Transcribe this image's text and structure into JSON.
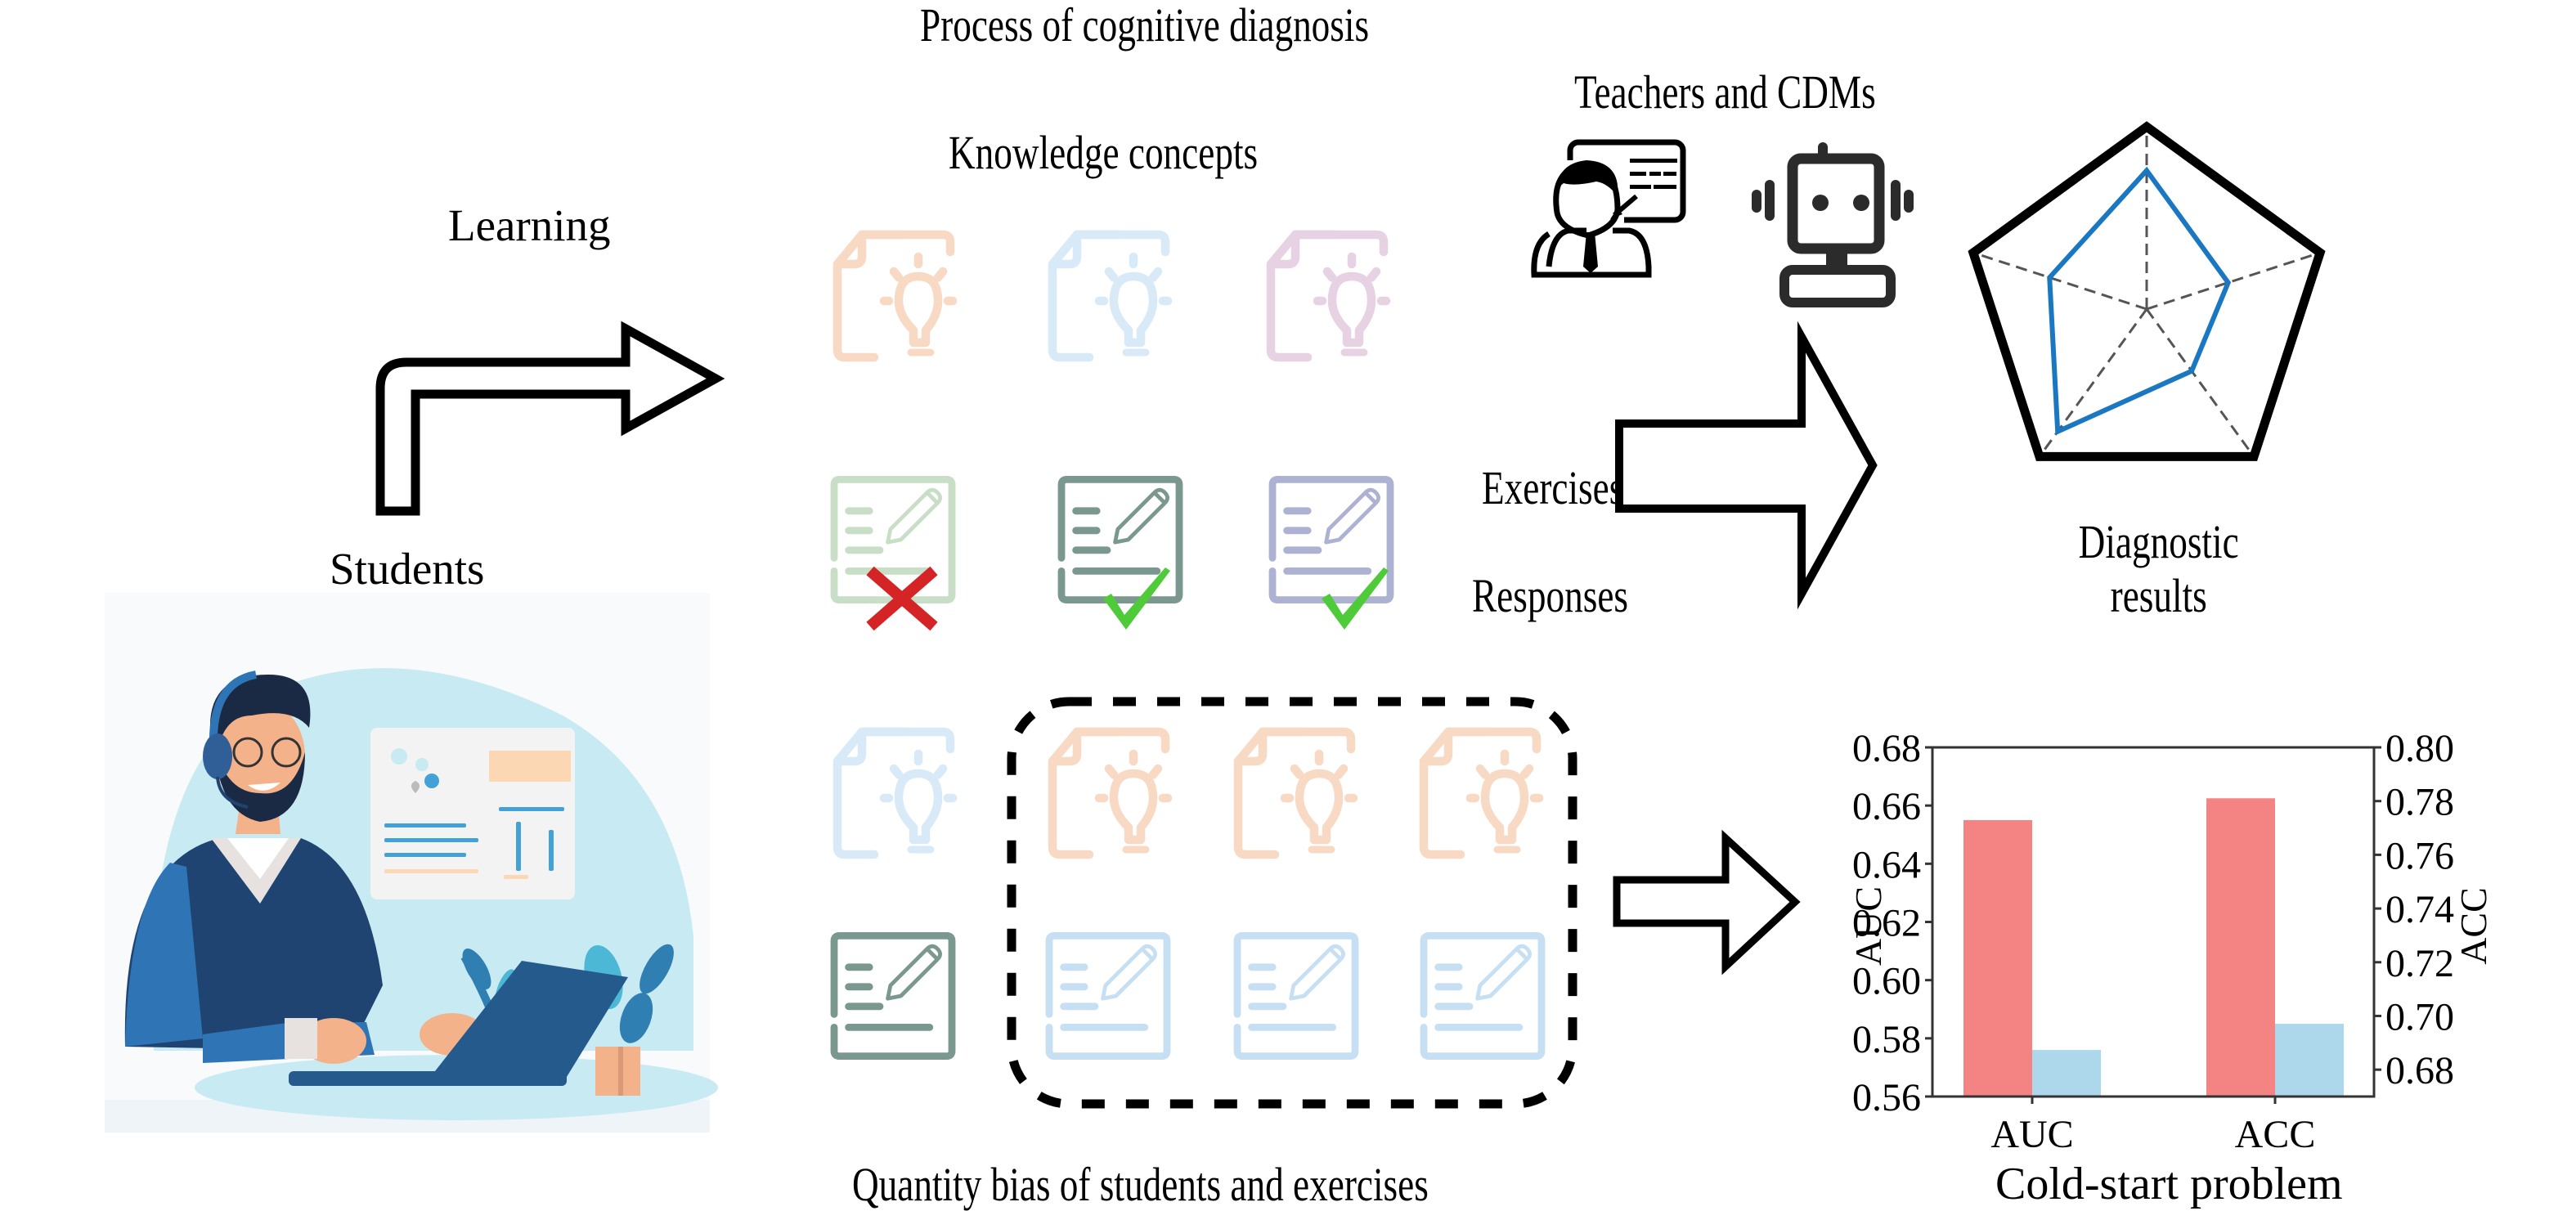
{
  "labels": {
    "title": "Process of cognitive diagnosis",
    "learning": "Learning",
    "students": "Students",
    "knowledge_concepts": "Knowledge concepts",
    "exercises": "Exercises",
    "responses": "Responses",
    "teachers_cdms": "Teachers and CDMs",
    "diagnostic_results_line1": "Diagnostic",
    "diagnostic_results_line2": "results",
    "quantity_bias": "Quantity bias of students and exercises",
    "cold_start": "Cold-start problem"
  },
  "icons": {
    "top_concepts": [
      {
        "name": "knowledge-concept-icon",
        "color": "#F8D9C4"
      },
      {
        "name": "knowledge-concept-icon",
        "color": "#D8E9F7"
      },
      {
        "name": "knowledge-concept-icon",
        "color": "#E6D2E3"
      }
    ],
    "top_exercises": [
      {
        "name": "exercise-icon",
        "color": "#C9DEC6"
      },
      {
        "name": "exercise-icon",
        "color": "#7A9790"
      },
      {
        "name": "exercise-icon",
        "color": "#ADB2D3"
      }
    ],
    "responses": [
      {
        "name": "wrong-cross-icon",
        "color": "#D42426"
      },
      {
        "name": "correct-check-icon",
        "color": "#4FCB3A"
      },
      {
        "name": "correct-check-icon",
        "color": "#4FCB3A"
      }
    ],
    "bottom_concepts": [
      {
        "name": "knowledge-concept-icon",
        "color": "#D8E9F7"
      },
      {
        "name": "knowledge-concept-icon",
        "color": "#F8D9C4"
      },
      {
        "name": "knowledge-concept-icon",
        "color": "#F8D9C4"
      },
      {
        "name": "knowledge-concept-icon",
        "color": "#F8D9C4"
      }
    ],
    "bottom_exercises": [
      {
        "name": "exercise-icon",
        "color": "#7A9790"
      },
      {
        "name": "exercise-icon",
        "color": "#C6DFF3"
      },
      {
        "name": "exercise-icon",
        "color": "#C6DFF3"
      },
      {
        "name": "exercise-icon",
        "color": "#C6DFF3"
      }
    ],
    "teacher": "teacher-icon",
    "robot": "robot-cdm-icon",
    "student_illustration": "student-with-laptop-illustration"
  },
  "radar": {
    "axes": 5,
    "values": [
      0.76,
      0.47,
      0.42,
      0.83,
      0.56
    ],
    "outline_color": "#000000",
    "series_color": "#1A78C2"
  },
  "chart_data": {
    "type": "bar",
    "title": "Cold-start problem",
    "categories": [
      "AUC",
      "ACC"
    ],
    "xlabel": "Cold-start problem",
    "ylabel": "AUC",
    "ylabel_right": "ACC",
    "ylim": [
      0.56,
      0.68
    ],
    "ylim_right": [
      0.67,
      0.8
    ],
    "yticks": [
      "0.56",
      "0.58",
      "0.60",
      "0.62",
      "0.64",
      "0.66",
      "0.68"
    ],
    "yticks_right": [
      "0.68",
      "0.70",
      "0.72",
      "0.74",
      "0.76",
      "0.78",
      "0.80"
    ],
    "grid": false,
    "series": [
      {
        "name": "series-red",
        "color": "#F48383",
        "values_left_axis": [
          0.655,
          0.6625
        ]
      },
      {
        "name": "series-blue",
        "color": "#ADD8EC",
        "values_left_axis": [
          0.576,
          0.585
        ]
      }
    ]
  }
}
